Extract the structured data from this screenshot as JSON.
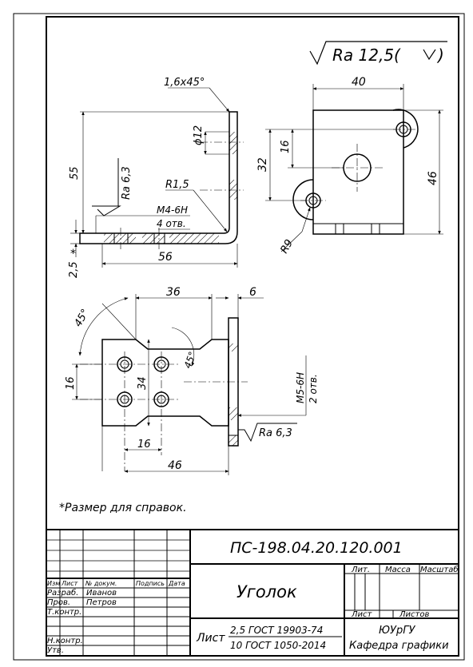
{
  "roughness": {
    "general": "Ra 12,5(",
    "general_close": ")",
    "note_vertical": "Ra 6,3",
    "note_bottom": "Ra 6,3"
  },
  "dims": {
    "chamfer": "1,6x45°",
    "phi12": "ϕ12",
    "d55": "55",
    "r15": "R1,5",
    "thread_top": "M4-6H",
    "holes_top": "4 отв.",
    "d56": "56",
    "d25": "2,5",
    "star": "*",
    "d40": "40",
    "d16a": "16",
    "d32": "32",
    "d46a": "46",
    "r9": "R9",
    "d36": "36",
    "d6": "6",
    "a45": "45°",
    "a45b": "45°",
    "d16b": "16",
    "d34": "34",
    "thread_bottom": "M5-6H",
    "holes_bottom": "2 отв.",
    "d16c": "16",
    "d46b": "46"
  },
  "note": "*Размер для справок.",
  "title_block": {
    "designation": "ПС-198.04.20.120.001",
    "name": "Уголок",
    "headers": {
      "izm": "Изм",
      "list": "Лист",
      "doc": "№ докум.",
      "sign": "Подпись",
      "date": "Дата"
    },
    "roles": {
      "razrab": "Разраб.",
      "prov": "Пров.",
      "tkontr": "Т.контр.",
      "nkontr": "Н.контр.",
      "utv": "Утв."
    },
    "people": {
      "razrab": "Иванов",
      "prov": "Петров"
    },
    "lit": "Лит.",
    "massa": "Масса",
    "masshtab": "Масштаб",
    "list_label": "Лист",
    "listov_label": "Листов",
    "material_label": "Лист",
    "material_line1": "2,5 ГОСТ 19903-74",
    "material_line2": "10 ГОСТ 1050-2014",
    "org1": "ЮУрГУ",
    "org2": "Кафедра графики"
  }
}
